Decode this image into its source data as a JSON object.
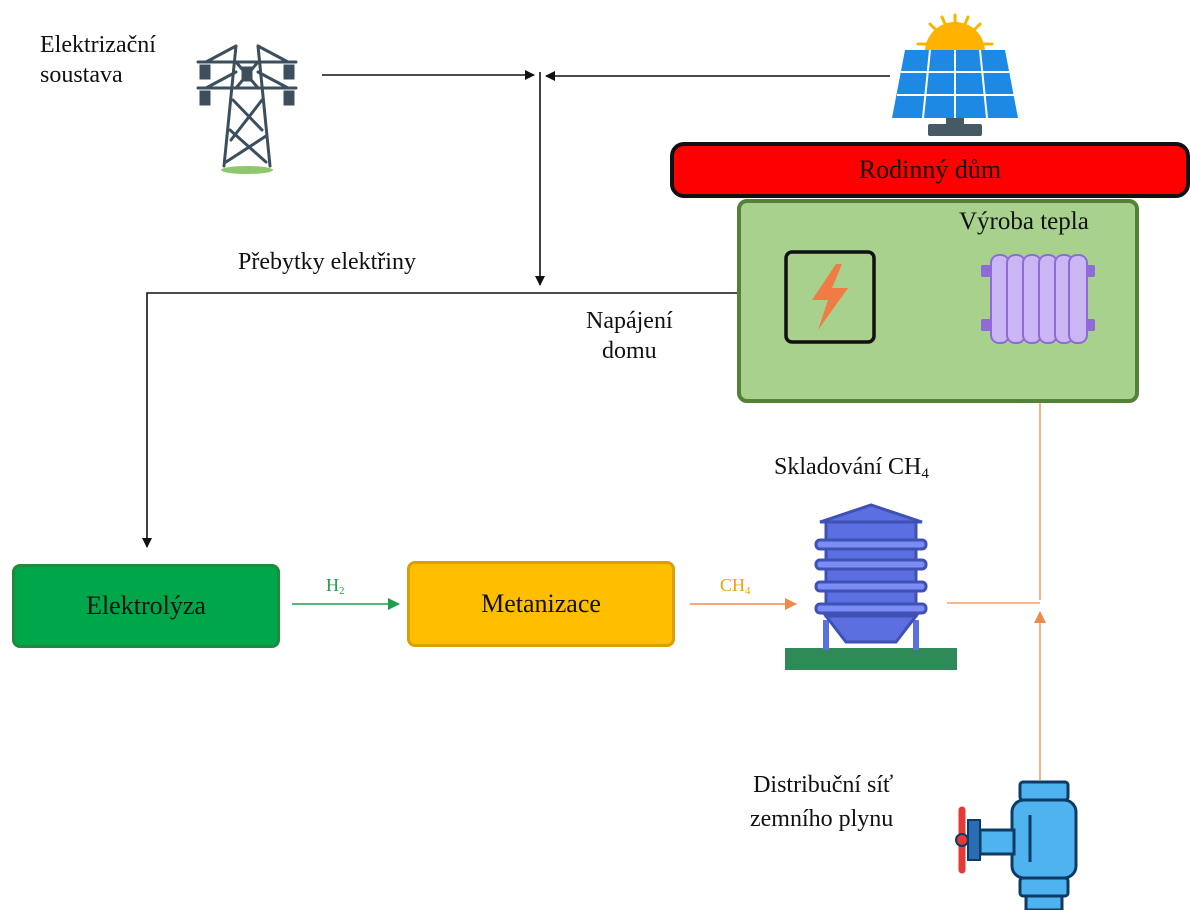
{
  "labels": {
    "grid": [
      "Elektrizační",
      "soustava"
    ],
    "surplus": "Přebytky elektřiny",
    "supply": [
      "Napájení",
      "domu"
    ],
    "heat": "Výroba tepla",
    "storage": "Skladování CH",
    "storage_sub": "4",
    "gas_network": [
      "Distribuční síť",
      "zemního plynu"
    ],
    "h2": "H",
    "h2_sub": "2",
    "ch4": "CH",
    "ch4_sub": "4"
  },
  "boxes": {
    "house": "Rodinný dům",
    "electrolysis": "Elektrolýza",
    "methanation": "Metanizace"
  },
  "colors": {
    "electrolysis": "#00a74a",
    "methanation": "#ffbf00",
    "house": "#ff0000",
    "heat_production": "#a9d18e",
    "h2_arrow": "#1f9e50",
    "ch4_label": "#f5a000",
    "gas_arrow": "#f4a26b"
  },
  "icons": [
    "power-tower-icon",
    "solar-panel-icon",
    "lightning-icon",
    "radiator-icon",
    "storage-tank-icon",
    "gas-valve-icon"
  ]
}
